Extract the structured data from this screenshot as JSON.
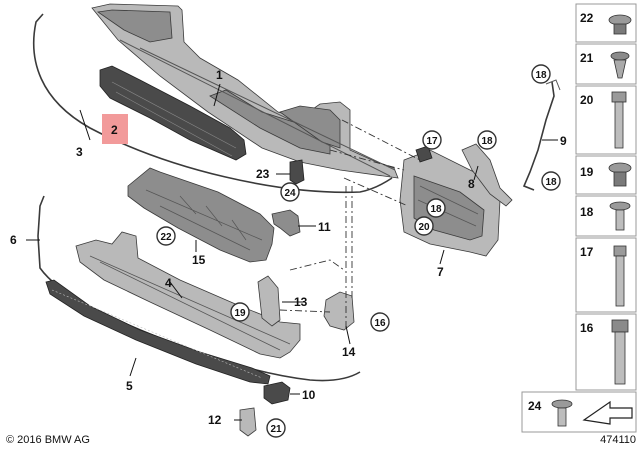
{
  "diagram": {
    "callouts": {
      "c1": "1",
      "c2": "2",
      "c3": "3",
      "c4": "4",
      "c5": "5",
      "c6": "6",
      "c7": "7",
      "c8": "8",
      "c9": "9",
      "c10": "10",
      "c11": "11",
      "c12": "12",
      "c13": "13",
      "c14": "14",
      "c15": "15",
      "c23": "23"
    },
    "circled": {
      "r17": "17",
      "r18a": "18",
      "r18b": "18",
      "r18c": "18",
      "r18d": "18",
      "r20": "20",
      "r22": "22",
      "r24": "24",
      "r19": "19",
      "r16": "16",
      "r21": "21"
    },
    "highlight_color": "#f29a9a"
  },
  "sidebar": {
    "items": [
      "22",
      "21",
      "20",
      "19",
      "18",
      "17",
      "16"
    ]
  },
  "legend_box": {
    "label": "24"
  },
  "footer": {
    "copyright": "© 2016 BMW AG",
    "diagram_id": "474110"
  }
}
